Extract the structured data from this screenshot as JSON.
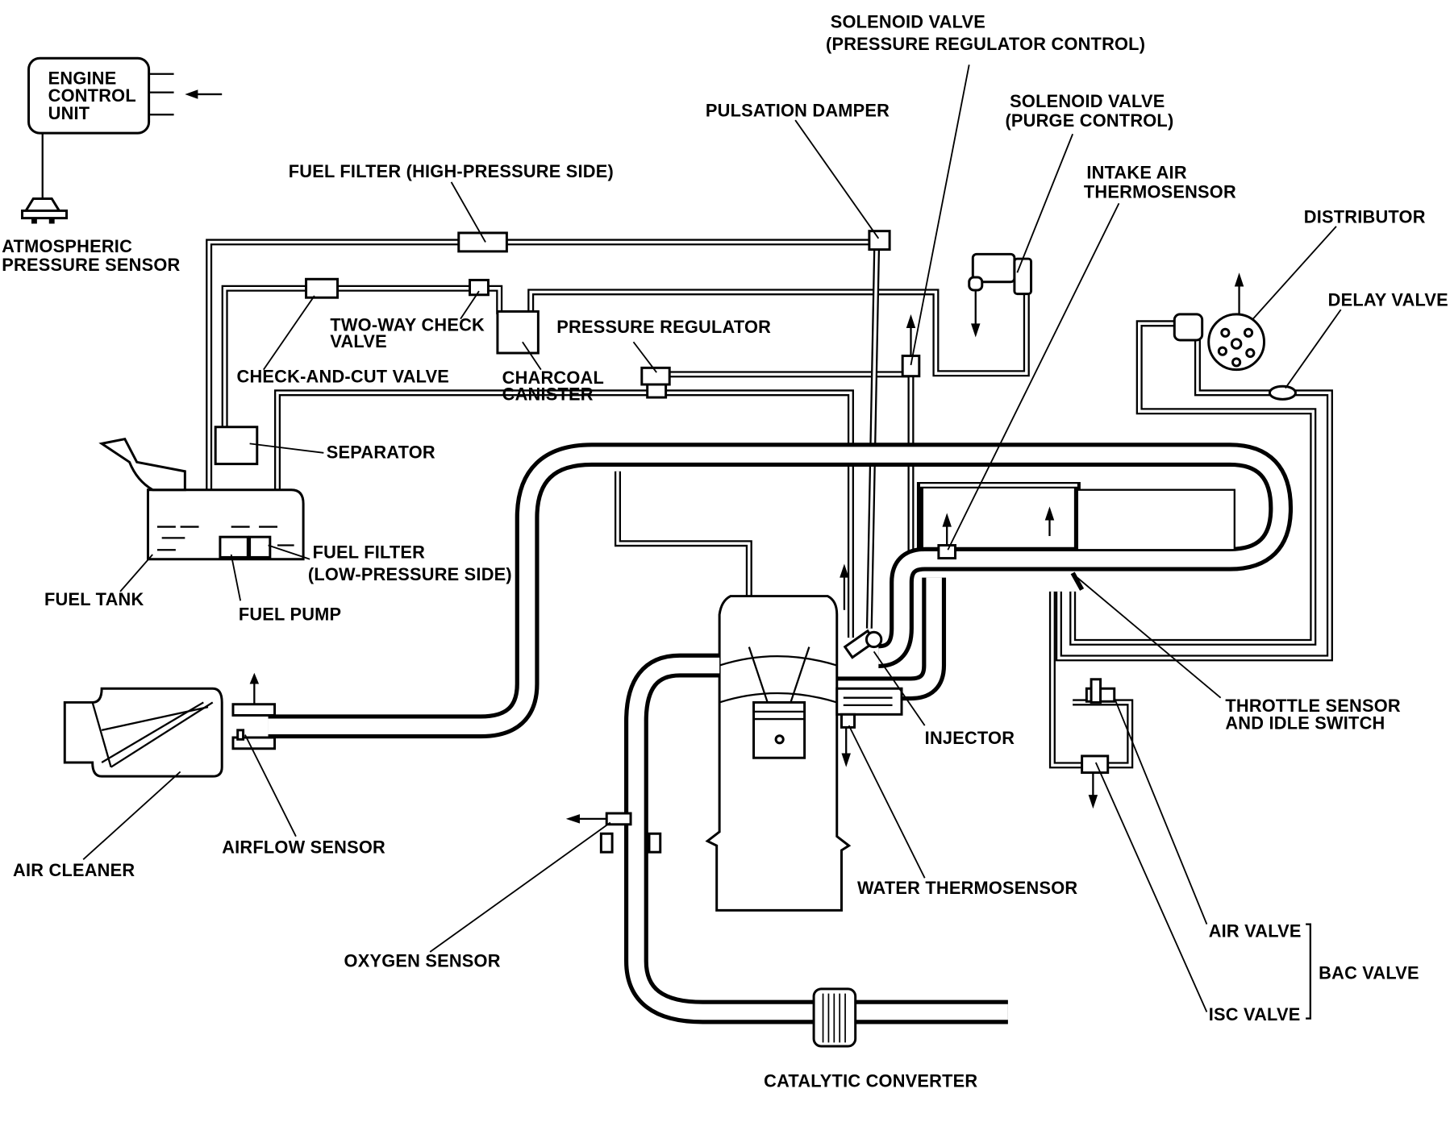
{
  "title": "Fuel injection system component layout",
  "colors": {
    "ink": "#000000",
    "paper": "#ffffff"
  },
  "labels": {
    "engine_control_unit": [
      "ENGINE",
      "CONTROL",
      "UNIT"
    ],
    "atmospheric_pressure_sensor": [
      "ATMOSPHERIC",
      "PRESSURE SENSOR"
    ],
    "fuel_filter_high": "FUEL FILTER (HIGH-PRESSURE SIDE)",
    "two_way_check_valve": [
      "TWO-WAY CHECK",
      "VALVE"
    ],
    "check_and_cut_valve": "CHECK-AND-CUT VALVE",
    "charcoal_canister": [
      "CHARCOAL",
      "CANISTER"
    ],
    "pressure_regulator": "PRESSURE REGULATOR",
    "separator": "SEPARATOR",
    "fuel_filter_low": [
      "FUEL FILTER",
      "(LOW-PRESSURE SIDE)"
    ],
    "fuel_tank": "FUEL TANK",
    "fuel_pump": "FUEL PUMP",
    "pulsation_damper": "PULSATION DAMPER",
    "solenoid_valve_prc": [
      "SOLENOID VALVE",
      "(PRESSURE REGULATOR CONTROL)"
    ],
    "solenoid_valve_purge": [
      "SOLENOID VALVE",
      "(PURGE CONTROL)"
    ],
    "intake_air_thermosensor": [
      "INTAKE AIR",
      "THERMOSENSOR"
    ],
    "distributor": "DISTRIBUTOR",
    "delay_valve": "DELAY VALVE",
    "throttle_sensor": [
      "THROTTLE SENSOR",
      "AND IDLE SWITCH"
    ],
    "injector": "INJECTOR",
    "water_thermosensor": "WATER THERMOSENSOR",
    "air_cleaner": "AIR CLEANER",
    "airflow_sensor": "AIRFLOW SENSOR",
    "oxygen_sensor": "OXYGEN SENSOR",
    "catalytic_converter": "CATALYTIC CONVERTER",
    "air_valve": "AIR VALVE",
    "isc_valve": "ISC VALVE",
    "bac_valve": "BAC VALVE"
  }
}
